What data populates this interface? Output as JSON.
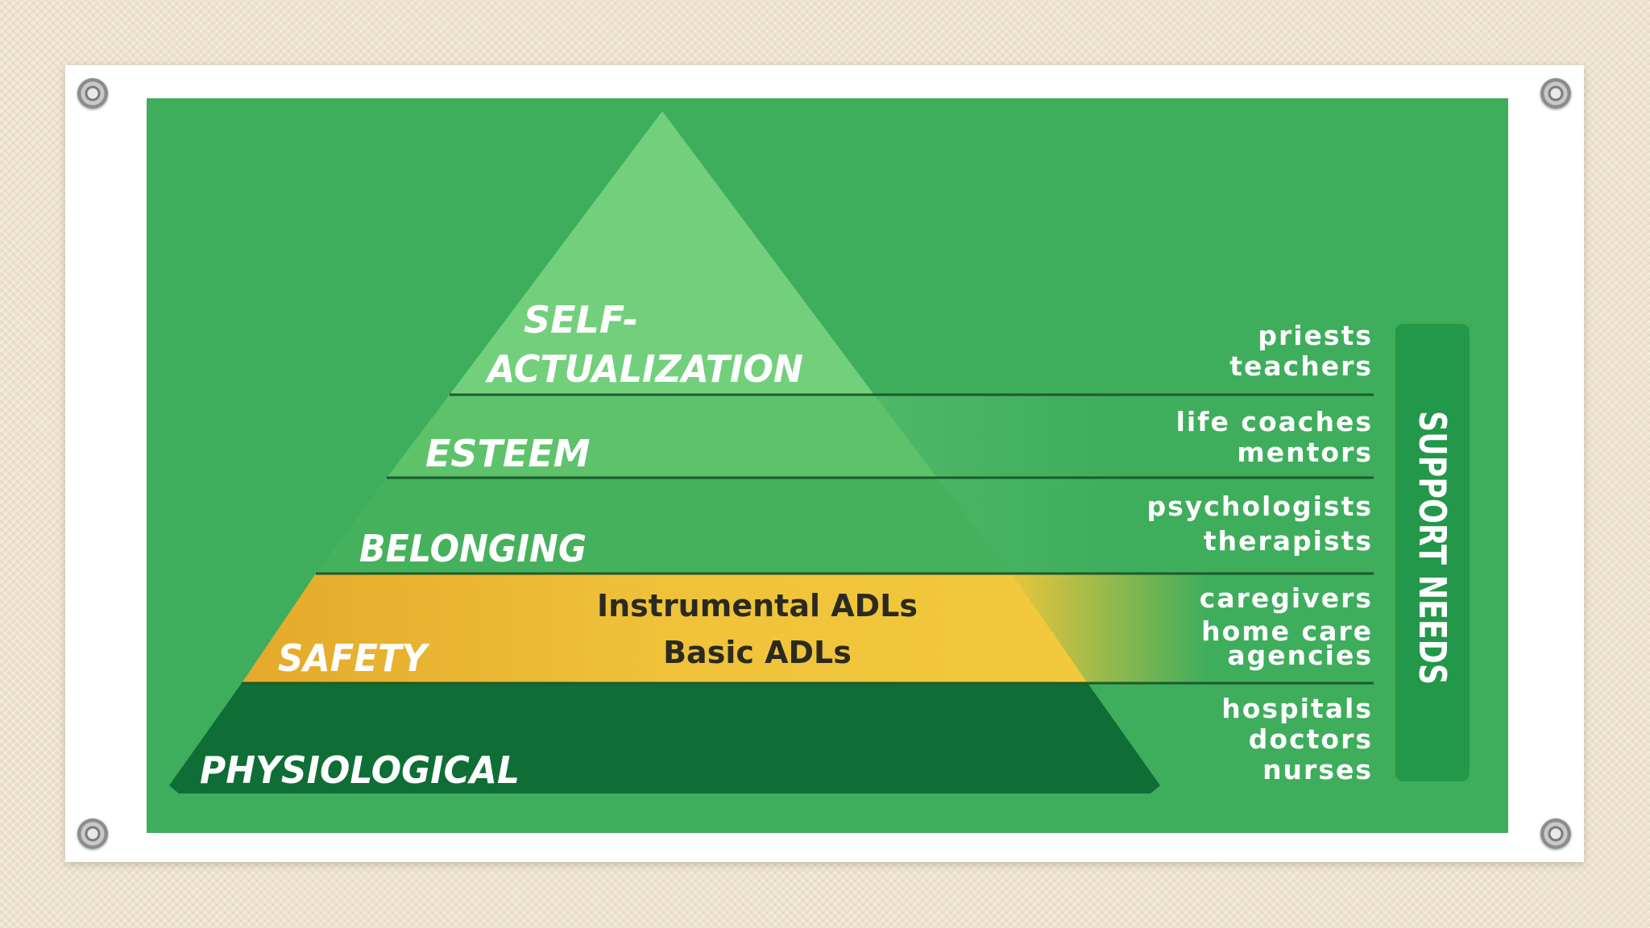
{
  "levels": [
    {
      "id": "self-actualization",
      "label_lines": [
        "SELF-",
        "ACTUALIZATION"
      ],
      "support": [
        "priests",
        "teachers"
      ]
    },
    {
      "id": "esteem",
      "label_lines": [
        "ESTEEM"
      ],
      "support": [
        "life coaches",
        "mentors"
      ]
    },
    {
      "id": "belonging",
      "label_lines": [
        "BELONGING"
      ],
      "support": [
        "psychologists",
        "therapists"
      ]
    },
    {
      "id": "safety",
      "label_lines": [
        "SAFETY"
      ],
      "sub_labels": [
        "Instrumental ADLs",
        "Basic ADLs"
      ],
      "support": [
        "caregivers",
        "home care",
        "agencies"
      ]
    },
    {
      "id": "physiological",
      "label_lines": [
        "PHYSIOLOGICAL"
      ],
      "support": [
        "hospitals",
        "doctors",
        "nurses"
      ]
    }
  ],
  "support_bar_label": "SUPPORT NEEDS",
  "colors": {
    "background": "#3ead5c",
    "self_actualization": "#72d07c",
    "esteem": "#5ec26b",
    "belonging": "#46b15d",
    "safety": "#f0c43a",
    "physiological": "#0e6e35",
    "support_bar": "#23974a",
    "divider": "#1d5a2c"
  }
}
